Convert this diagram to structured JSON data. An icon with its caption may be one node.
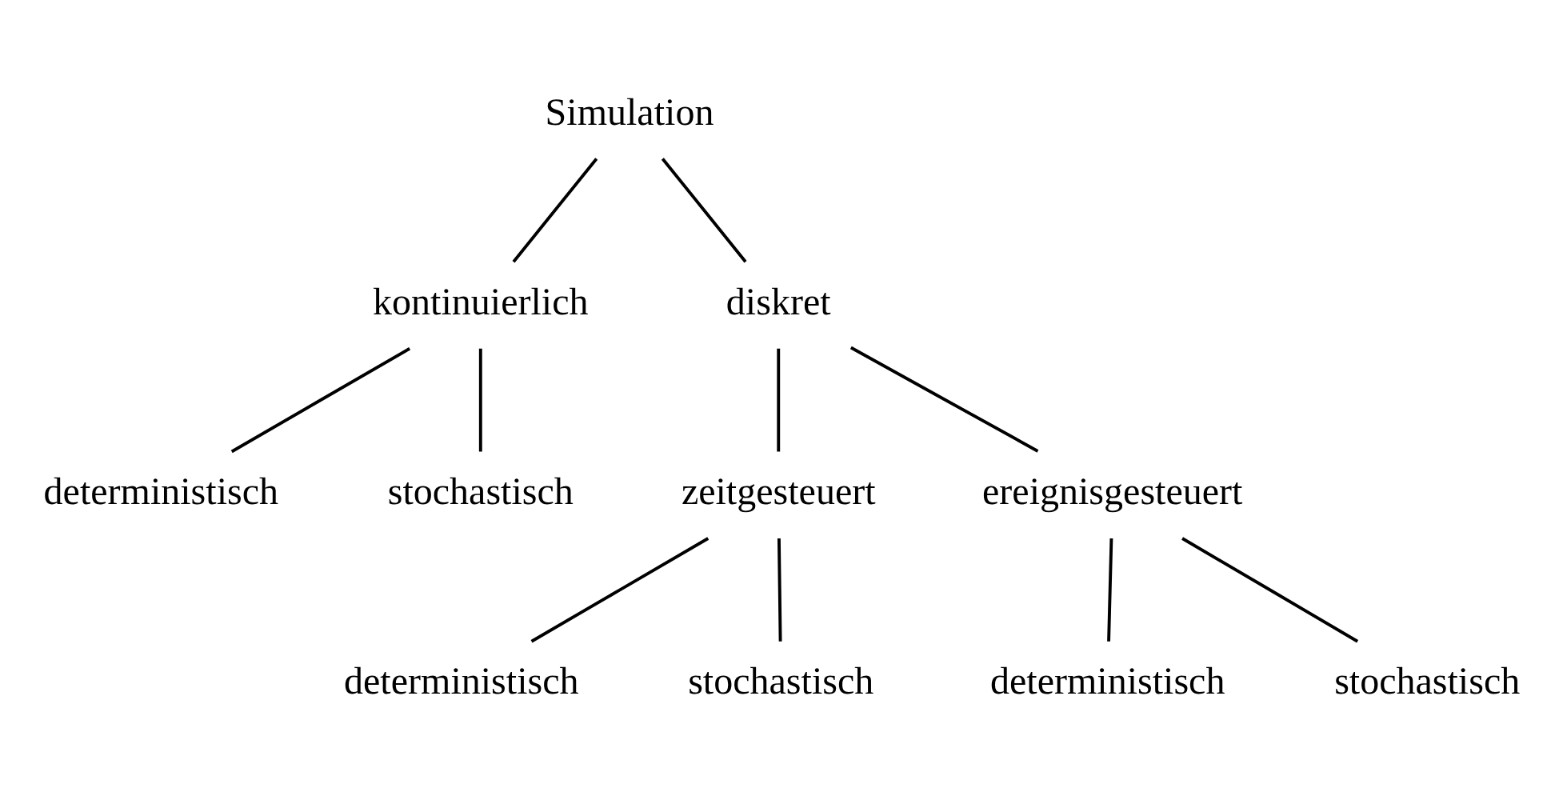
{
  "diagram": {
    "nodes": [
      {
        "text": [
          "Simulation"
        ]
      },
      {
        "text": [
          "kontinuierlich"
        ]
      },
      {
        "text": [
          "diskret"
        ]
      },
      {
        "text": [
          "deterministisch"
        ]
      },
      {
        "text": [
          "stochastisch"
        ]
      },
      {
        "text": [
          "zeitgesteuert"
        ]
      },
      {
        "text": [
          "ereignisgesteuert"
        ]
      },
      {
        "text": [
          "deterministisch"
        ]
      },
      {
        "text": [
          "stochastisch"
        ]
      },
      {
        "text": [
          "deterministisch"
        ]
      },
      {
        "text": [
          "stochastisch"
        ]
      }
    ],
    "edges": [
      {
        "from": 0,
        "to": 1,
        "arrow": "none"
      },
      {
        "from": 0,
        "to": 2,
        "arrow": "none"
      },
      {
        "from": 1,
        "to": 3,
        "arrow": "none"
      },
      {
        "from": 1,
        "to": 4,
        "arrow": "none"
      },
      {
        "from": 2,
        "to": 5,
        "arrow": "none"
      },
      {
        "from": 2,
        "to": 6,
        "arrow": "none"
      },
      {
        "from": 5,
        "to": 7,
        "arrow": "none"
      },
      {
        "from": 5,
        "to": 8,
        "arrow": "none"
      },
      {
        "from": 6,
        "to": 9,
        "arrow": "none"
      },
      {
        "from": 6,
        "to": 10,
        "arrow": "none"
      }
    ]
  }
}
